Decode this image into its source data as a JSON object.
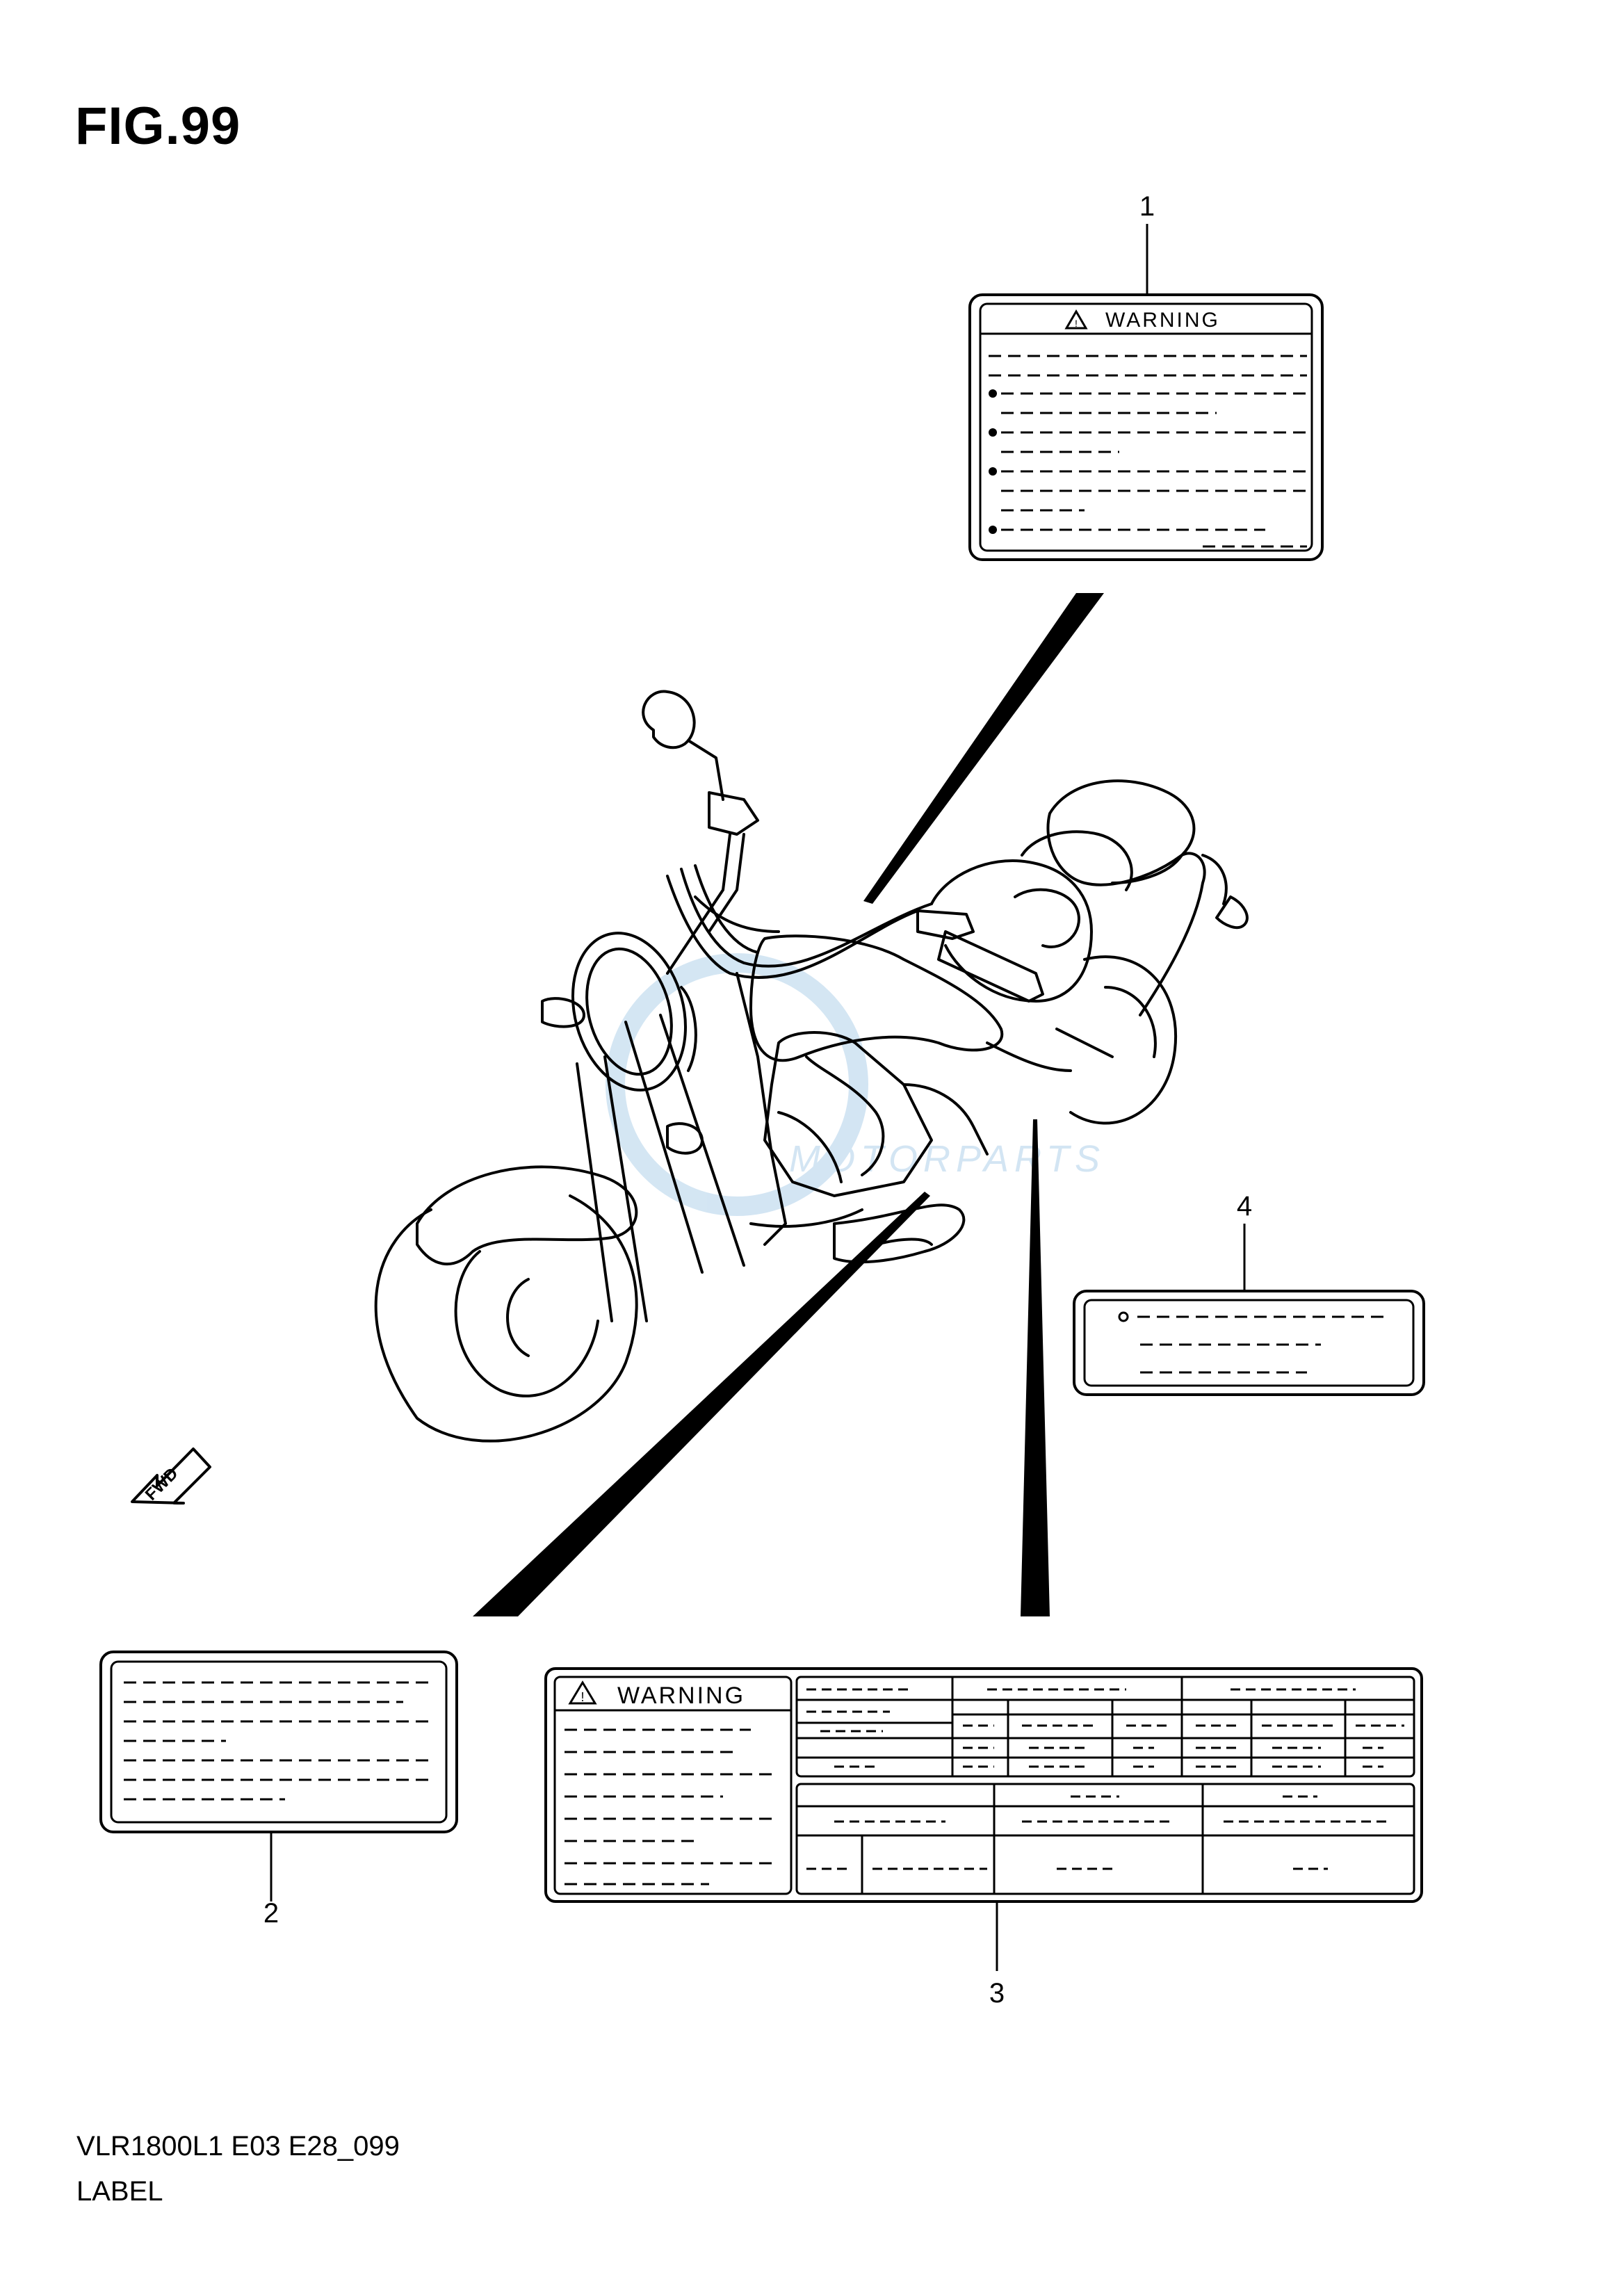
{
  "figure": {
    "title": "FIG.99",
    "model_code": "VLR1800L1 E03 E28_099",
    "section": "LABEL"
  },
  "callouts": [
    {
      "number": "1",
      "part": "warning-label-top"
    },
    {
      "number": "2",
      "part": "blank-label-left"
    },
    {
      "number": "3",
      "part": "warning-table-label"
    },
    {
      "number": "4",
      "part": "small-label-right"
    }
  ],
  "labels": {
    "warning_1": "WARNING",
    "warning_3": "WARNING",
    "fwd": "FWD"
  },
  "watermark": {
    "text": "MOTORPARTS"
  },
  "colors": {
    "line": "#000000",
    "watermark": "#cfe3f2"
  }
}
